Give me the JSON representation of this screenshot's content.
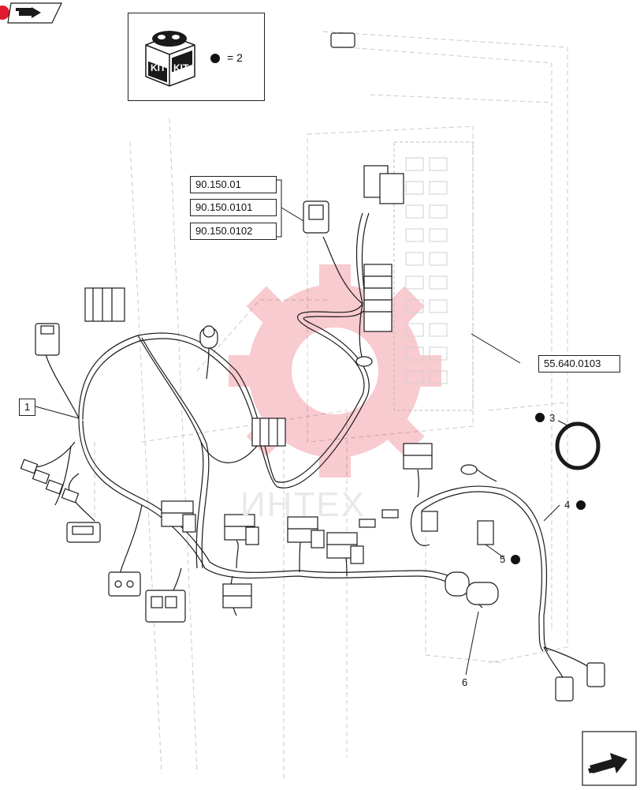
{
  "diagram": {
    "kit": {
      "quantity_label": "= 2",
      "kit_text_left": "KIT",
      "kit_text_right": "KIT"
    },
    "references": [
      "90.150.01",
      "90.150.0101",
      "90.150.0102",
      "55.640.0103"
    ],
    "callouts": {
      "item1": "1",
      "item3": "3",
      "item4": "4",
      "item5": "5",
      "item6": "6"
    },
    "watermark": "ИНТЕХ"
  },
  "navigation": {
    "prev_icon": "arrow-back-icon",
    "next_icon": "arrow-forward-icon",
    "marker_color": "#e0192e"
  }
}
